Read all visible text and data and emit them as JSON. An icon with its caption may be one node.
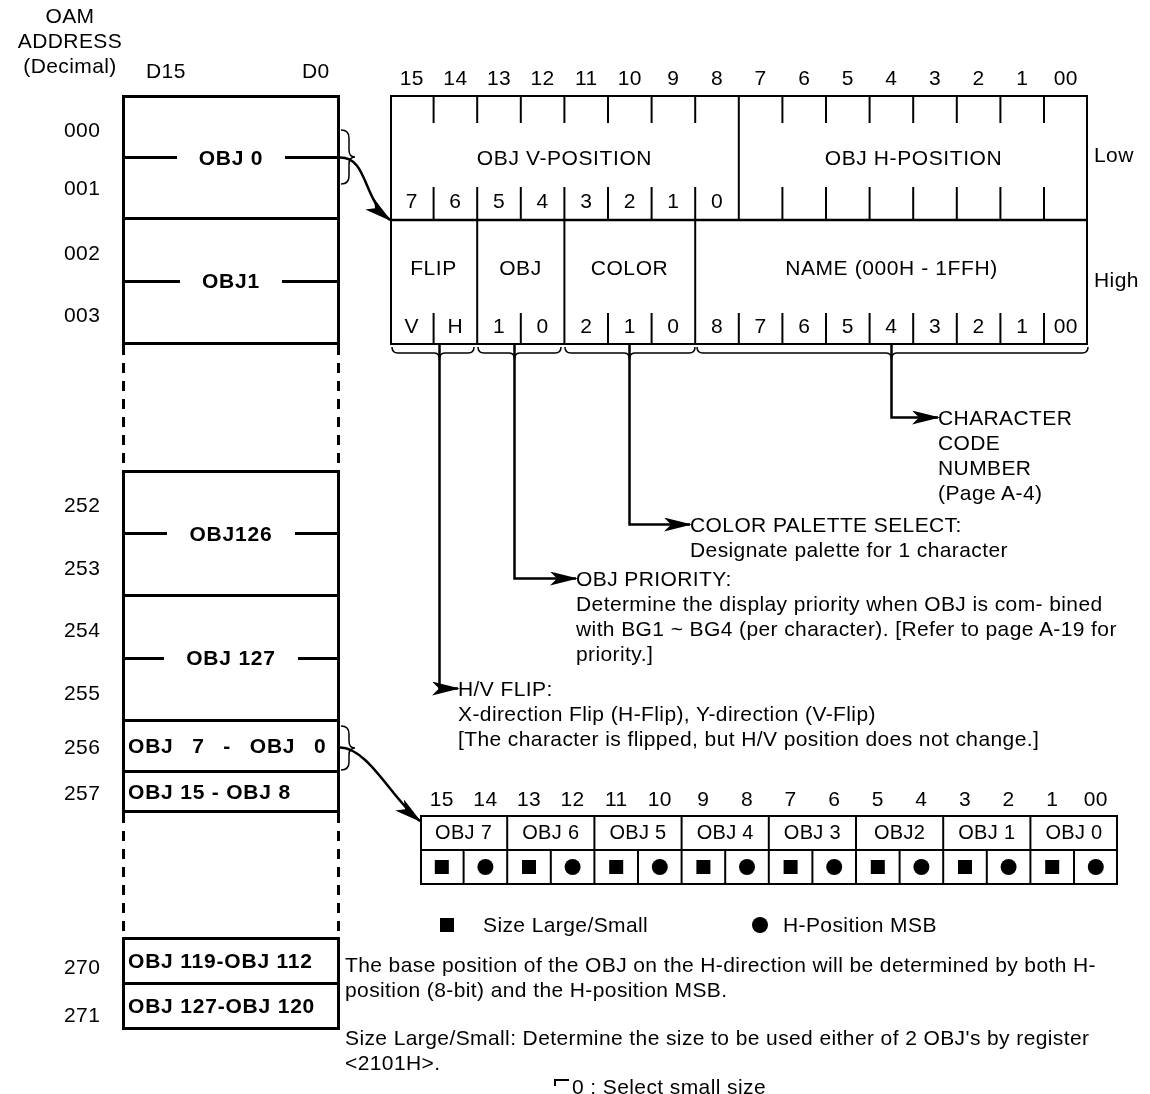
{
  "diagram": {
    "nodes": [
      {
        "text": [
          "OBJ 0"
        ]
      },
      {
        "text": [
          "OBJ1"
        ]
      },
      {
        "text": [
          "OBJ126"
        ]
      },
      {
        "text": [
          "OBJ 127"
        ]
      },
      {
        "text": [
          "OBJ 7 - OBJ 0"
        ]
      },
      {
        "text": [
          "OBJ 15 - OBJ 8"
        ]
      },
      {
        "text": [
          "OBJ 119-OBJ 112"
        ]
      },
      {
        "text": [
          "OBJ 127-OBJ 120"
        ]
      },
      {
        "text": [],
        "shape": "box"
      },
      {
        "text": [
          "OBJ V-POSITION"
        ],
        "in": 8
      },
      {
        "text": [
          "OBJ H-POSITION"
        ],
        "in": 8
      },
      {
        "text": [
          "FLIP"
        ],
        "in": 8
      },
      {
        "text": [
          "OBJ"
        ],
        "in": 8
      },
      {
        "text": [
          "COLOR"
        ],
        "in": 8
      },
      {
        "text": [
          "NAME (000H - 1FFH)"
        ],
        "in": 8
      },
      {
        "text": [
          "CHARACTER CODE NUMBER (Page A-4)"
        ]
      },
      {
        "text": [
          "COLOR PALETTE SELECT:",
          "Designate palette for 1 character"
        ]
      },
      {
        "text": [
          "OBJ PRIORITY:",
          "Determine the display priority when OBJ is com- bined with BG1 ~ BG4 (per character). [Refer to page A-19 for priority.]"
        ]
      },
      {
        "text": [
          "H/V FLIP:",
          "X-direction Flip (H-Flip), Y-direction (V-Flip)",
          "[The character is flipped, but H/V position does not change.]"
        ]
      },
      {
        "text": [],
        "shape": "box"
      }
    ],
    "edges": [
      {
        "from": 0,
        "to": 8,
        "arrow": "to"
      },
      {
        "from": 11,
        "to": 18,
        "arrow": "to"
      },
      {
        "from": 12,
        "to": 17,
        "arrow": "to"
      },
      {
        "from": 13,
        "to": 16,
        "arrow": "to"
      },
      {
        "from": 14,
        "to": 15,
        "arrow": "to"
      },
      {
        "from": 4,
        "to": 19,
        "arrow": "to"
      }
    ],
    "labels": [
      "OAM ADDRESS (Decimal)",
      "D15",
      "D0",
      "15",
      "14",
      "13",
      "12",
      "11",
      "10",
      "9",
      "8",
      "7",
      "6",
      "5",
      "4",
      "3",
      "2",
      "1",
      "00",
      "Low",
      "7",
      "6",
      "5",
      "4",
      "3",
      "2",
      "1",
      "0",
      "High",
      "V",
      "H",
      "1",
      "0",
      "2",
      "1",
      "0",
      "8",
      "7",
      "6",
      "5",
      "4",
      "3",
      "2",
      "1",
      "00",
      "000",
      "001",
      "002",
      "003",
      "252",
      "253",
      "254",
      "255",
      "256",
      "257",
      "270",
      "271",
      "15",
      "14",
      "13",
      "12",
      "11",
      "10",
      "9",
      "8",
      "7",
      "6",
      "5",
      "4",
      "3",
      "2",
      "1",
      "00",
      "OBJ 7",
      "OBJ 6",
      "OBJ 5",
      "OBJ 4",
      "OBJ 3",
      "OBJ2",
      "OBJ 1",
      "OBJ 0",
      "The base position of the OBJ on the H-direction will be determined by both H-position (8-bit) and the H-position MSB.",
      "Size Large/Small: Determine the size to be used either of 2 OBJ's by register <2101H>.",
      "0 : Select small size"
    ],
    "legend": [
      {
        "text": "Size Large/Small"
      },
      {
        "text": "H-Position MSB"
      }
    ]
  }
}
